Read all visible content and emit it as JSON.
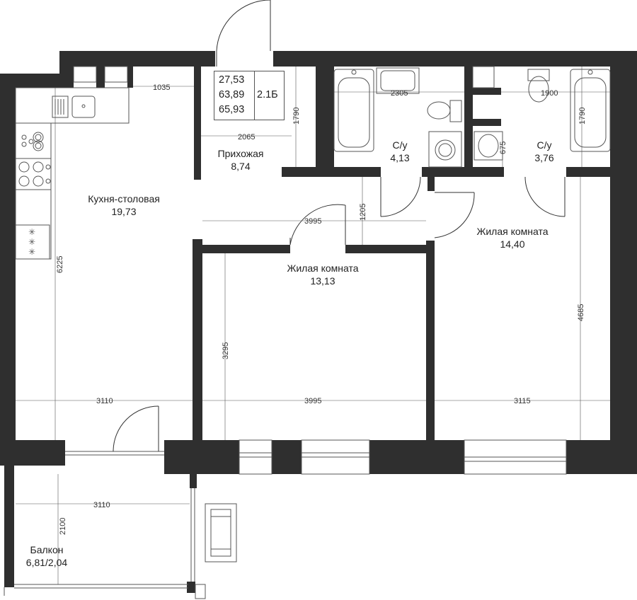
{
  "summary": {
    "areas": [
      "27,53",
      "63,89",
      "65,93"
    ],
    "type": "2.1Б"
  },
  "rooms": {
    "kitchen": {
      "name": "Кухня-столовая",
      "area": "19,73"
    },
    "hall": {
      "name": "Прихожая",
      "area": "8,74"
    },
    "bath1": {
      "name": "С/у",
      "area": "4,13"
    },
    "bath2": {
      "name": "С/у",
      "area": "3,76"
    },
    "living1": {
      "name": "Жилая комната",
      "area": "13,13"
    },
    "living2": {
      "name": "Жилая комната",
      "area": "14,40"
    },
    "balcony": {
      "name": "Балкон",
      "area": "6,81/2,04"
    }
  },
  "dimensions": {
    "d1035": "1035",
    "d2065": "2065",
    "d1790a": "1790",
    "d2305": "2305",
    "d1900": "1900",
    "d1790b": "1790",
    "d675": "675",
    "d1205": "1205",
    "d3995top": "3995",
    "d6225": "6225",
    "d3295": "3295",
    "d4685": "4685",
    "d3110": "3110",
    "d3995": "3995",
    "d3115": "3115",
    "d3110b": "3110",
    "d2100": "2100"
  },
  "colors": {
    "wall": "#2f2f2f",
    "fixture": "#555555"
  }
}
